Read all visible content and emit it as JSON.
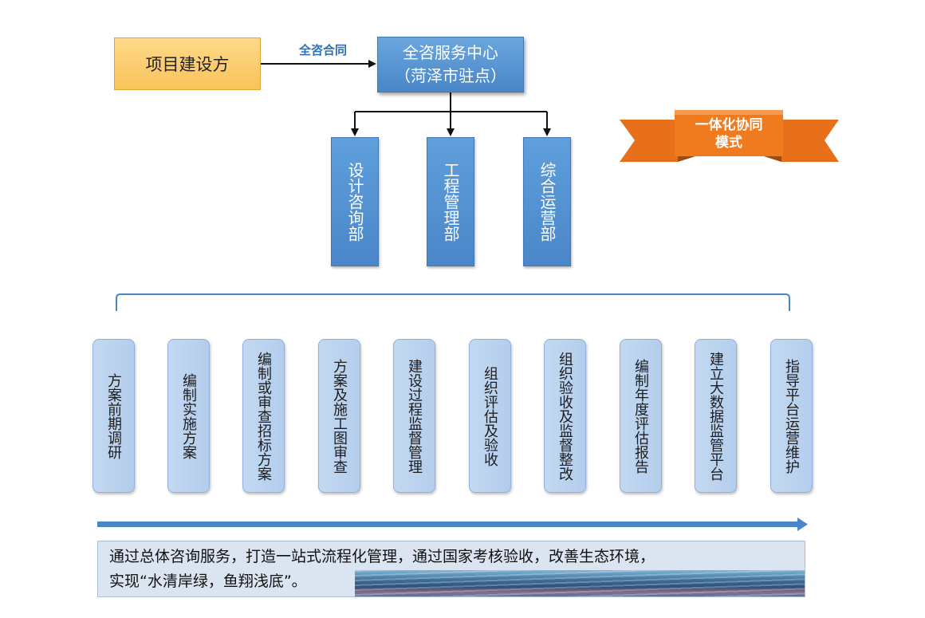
{
  "owner": {
    "label": "项目建设方"
  },
  "contract": {
    "label": "全咨合同"
  },
  "center": {
    "line1": "全咨服务中心",
    "line2": "（菏泽市驻点）"
  },
  "departments": [
    {
      "label": "设计咨询部"
    },
    {
      "label": "工程管理部"
    },
    {
      "label": "综合运营部"
    }
  ],
  "ribbon": {
    "line1": "一体化协同",
    "line2": "模式",
    "color": "#f07a1e"
  },
  "steps": [
    {
      "label": "方案前期调研"
    },
    {
      "label": "编制实施方案"
    },
    {
      "label": "编制或审查招标方案"
    },
    {
      "label": "方案及施工图审查"
    },
    {
      "label": "建设过程监督管理"
    },
    {
      "label": "组织评估及验收"
    },
    {
      "label": "组织验收及监督整改"
    },
    {
      "label": "编制年度评估报告"
    },
    {
      "label": "建立大数据监管平台"
    },
    {
      "label": "指导平台运营维护"
    }
  ],
  "summary": {
    "line1": "通过总体咨询服务，打造一站式流程化管理，通过国家考核验收，改善生态环境，",
    "line2": "实现“水清岸绿，鱼翔浅底”。"
  },
  "colors": {
    "box_blue": "#4a86c8",
    "owner_yellow": "#f8c35a",
    "step_light_blue": "#b9d1ee",
    "arrow_blue": "#4a86c8"
  }
}
